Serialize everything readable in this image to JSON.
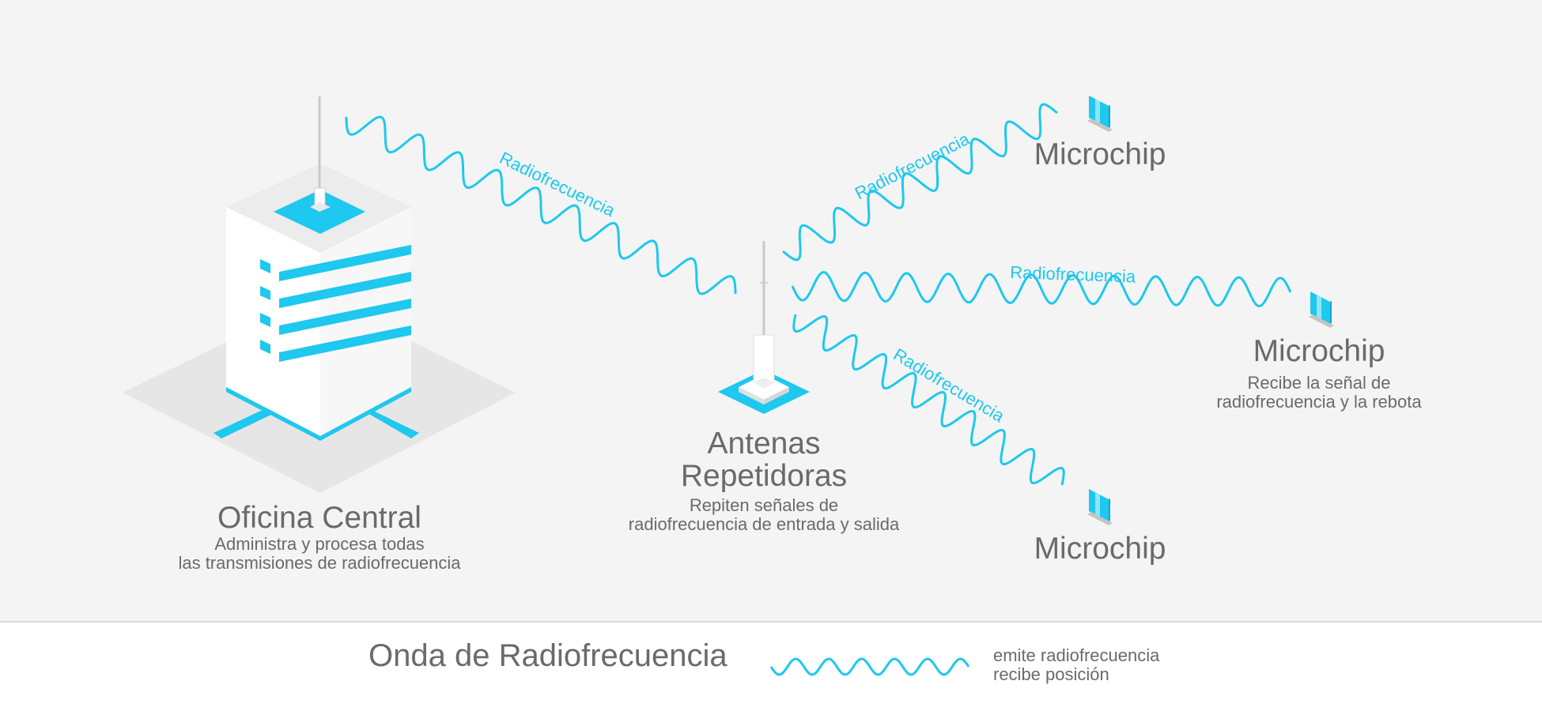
{
  "colors": {
    "accent": "#1ec8ee",
    "background": "#f4f4f4",
    "text": "#6a6a6a"
  },
  "wave_label": "Radiofrecuencia",
  "nodes": {
    "central": {
      "title": "Oficina Central",
      "desc_line1": "Administra y procesa todas",
      "desc_line2": "las transmisiones de radiofrecuencia"
    },
    "repeater": {
      "title_line1": "Antenas",
      "title_line2": "Repetidoras",
      "desc_line1": "Repiten señales de",
      "desc_line2": "radiofrecuencia de entrada y salida"
    },
    "chip_top": {
      "title": "Microchip"
    },
    "chip_right": {
      "title": "Microchip",
      "desc_line1": "Recibe la señal de",
      "desc_line2": "radiofrecuencia y la rebota"
    },
    "chip_bottom": {
      "title": "Microchip"
    }
  },
  "legend": {
    "title": "Onda de Radiofrecuencia",
    "desc_line1": "emite radiofrecuencia",
    "desc_line2": "recibe posición"
  }
}
